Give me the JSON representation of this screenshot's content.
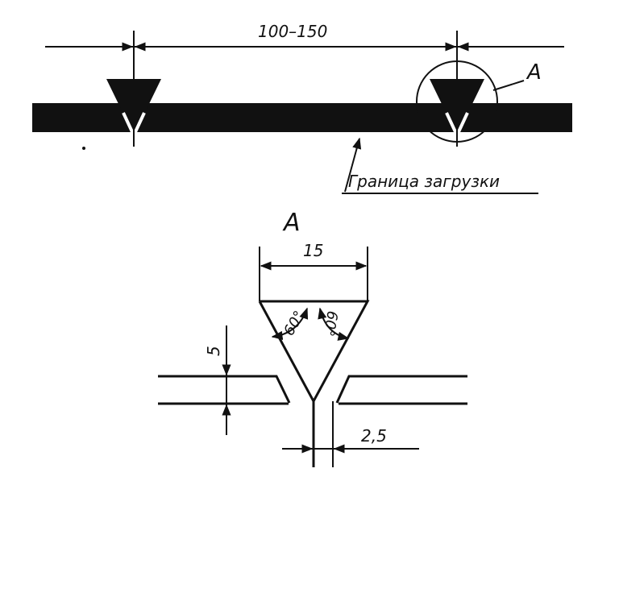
{
  "top_view": {
    "spacing_dimension": "100–150",
    "detail_callout": "A",
    "boundary_label": "Граница загрузки"
  },
  "detail_view": {
    "title": "A",
    "top_width": "15",
    "left_angle": "60°",
    "right_angle": "60°",
    "depth": "5",
    "slot_width": "2,5"
  },
  "colors": {
    "ink": "#111111",
    "paper": "#ffffff"
  }
}
